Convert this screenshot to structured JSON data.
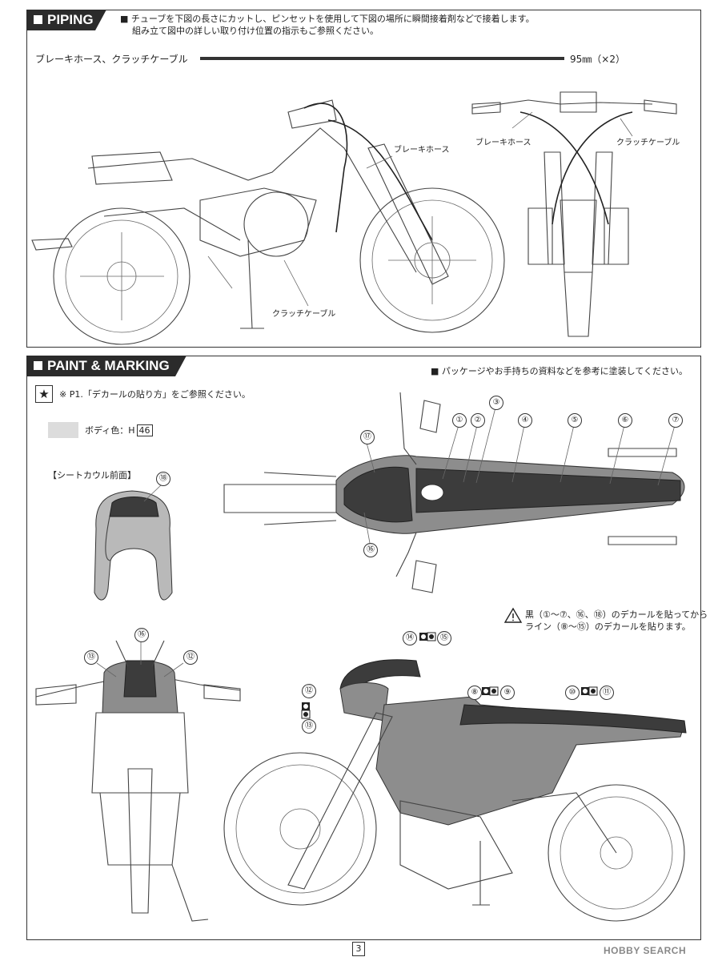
{
  "piping": {
    "header": "PIPING",
    "note_line1": "チューブを下図の長さにカットし、ピンセットを使用して下図の場所に瞬間接着剤などで接着します。",
    "note_line2": "組み立て図中の詳しい取り付け位置の指示もご参照ください。",
    "hose_label": "ブレーキホース、クラッチケーブル",
    "hose_length": "95㎜（×2）",
    "side_brake_label": "ブレーキホース",
    "side_clutch_label": "クラッチケーブル",
    "front_brake_label": "ブレーキホース",
    "front_clutch_label": "クラッチケーブル"
  },
  "paint": {
    "header": "PAINT & MARKING",
    "note": "パッケージやお手持ちの資料などを参考に塗装してください。",
    "ref_note": "※ P1.「デカールの貼り方」をご参照ください。",
    "body_color_label": "ボディ色：H",
    "body_color_code": "46",
    "seat_cowl_label": "【シートカウル前面】",
    "warning_line1": "黒（①〜⑦、⑯、⑱）のデカールを貼ってから",
    "warning_line2": "ライン（⑧〜⑮）のデカールを貼ります。"
  },
  "decal_numbers": {
    "n1": "①",
    "n2": "②",
    "n3": "③",
    "n4": "④",
    "n5": "⑤",
    "n6": "⑥",
    "n7": "⑦",
    "n8": "⑧",
    "n9": "⑨",
    "n10": "⑩",
    "n11": "⑪",
    "n12": "⑫",
    "n13": "⑬",
    "n14": "⑭",
    "n15": "⑮",
    "n16": "⑯",
    "n17": "⑰",
    "n18": "⑱"
  },
  "footer": {
    "page_number": "3",
    "watermark": "HOBBY SEARCH"
  },
  "colors": {
    "header_bg": "#2b2b2b",
    "decal_dark": "#3c3c3c",
    "body_gray": "#8d8d8d",
    "swatch": "#dcdcdc"
  },
  "icons": [
    "star-icon",
    "warning-icon",
    "square-bullet-icon"
  ]
}
